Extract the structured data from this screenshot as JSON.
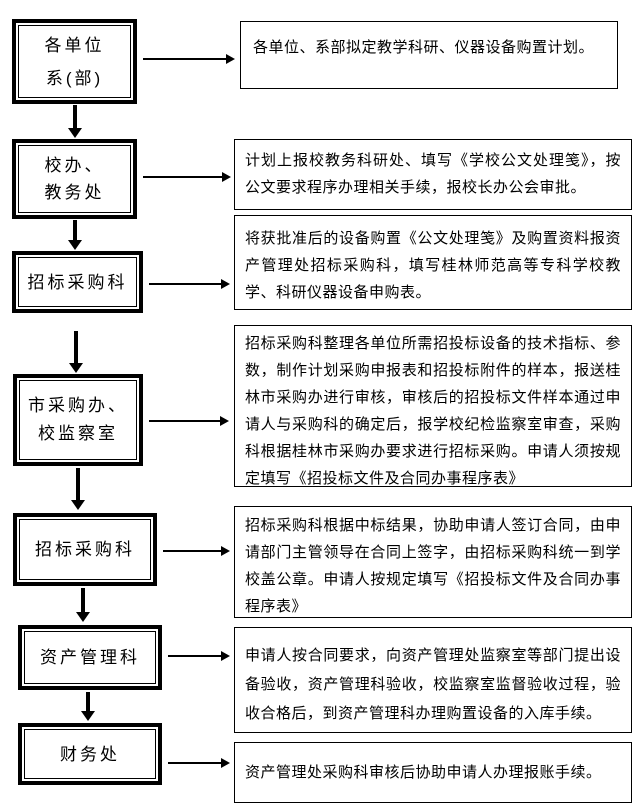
{
  "page": {
    "background_color": "#ffffff",
    "line_color": "#000000",
    "language": "zh-CN",
    "diagram_type": "flowchart"
  },
  "flow": {
    "steps": [
      {
        "label_line1": "各单位",
        "label_line2": "系(部)",
        "desc": "各单位、系部拟定教学科研、仪器设备购置计划。"
      },
      {
        "label_line1": "校办、",
        "label_line2": "教务处",
        "desc": "计划上报校教务科研处、填写《学校公文处理笺》，按公文要求程序办理相关手续，报校长办公会审批。"
      },
      {
        "label_line1": "招标采购科",
        "desc": "将获批准后的设备购置《公文处理笺》及购置资料报资产管理处招标采购科，填写桂林师范高等专科学校教学、科研仪器设备申购表。"
      },
      {
        "label_line1": "市采购办、",
        "label_line2": "校监察室",
        "desc": "招标采购科整理各单位所需招投标设备的技术指标、参数，制作计划采购申报表和招投标附件的样本，报送桂林市采购办进行审核，审核后的招投标文件样本通过申请人与采购科的确定后，报学校纪检监察室审查，采购科根据桂林市采购办要求进行招标采购。申请人须按规定填写《招投标文件及合同办事程序表》"
      },
      {
        "label_line1": "招标采购科",
        "desc": "招标采购科根据中标结果，协助申请人签订合同，由申请部门主管领导在合同上签字，由招标采购科统一到学校盖公章。申请人按规定填写《招投标文件及合同办事程序表》"
      },
      {
        "label_line1": "资产管理科",
        "desc": "申请人按合同要求，向资产管理处监察室等部门提出设备验收，资产管理科验收，校监察室监督验收过程，验收合格后，到资产管理科办理购置设备的入库手续。"
      },
      {
        "label_line1": "财务处",
        "desc": "资产管理处采购科审核后协助申请人办理报账手续。"
      }
    ]
  }
}
